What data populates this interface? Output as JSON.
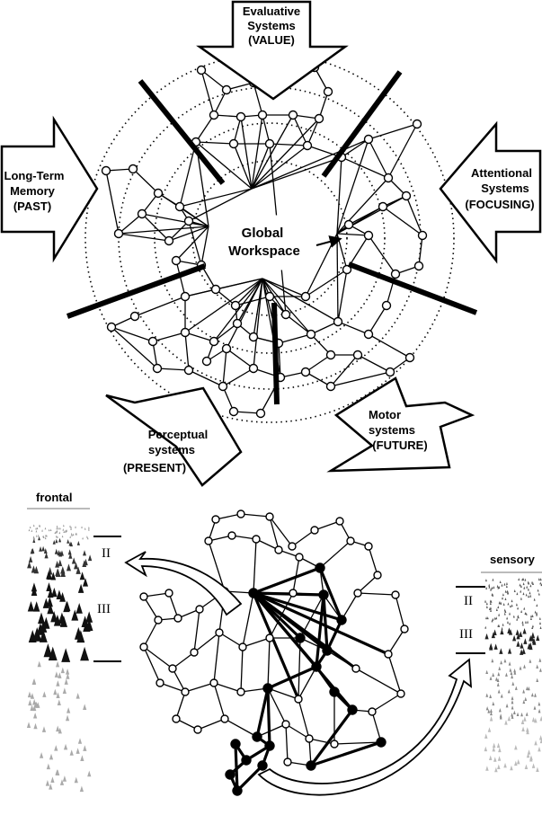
{
  "top": {
    "center_lines": [
      "Global",
      "Workspace"
    ],
    "evaluative": [
      "Evaluative",
      "Systems",
      "(VALUE)"
    ],
    "attentional": [
      "Attentional",
      "Systems",
      "(FOCUSING)"
    ],
    "memory": [
      "Long-Term",
      "Memory",
      "(PAST)"
    ],
    "perceptual": [
      "Perceptual",
      "systems",
      "(PRESENT)"
    ],
    "motor": [
      "Motor",
      "systems",
      "(FUTURE)"
    ]
  },
  "bottom": {
    "frontal_label": "frontal",
    "sensory_label": "sensory",
    "frontal_layers": [
      "II",
      "III"
    ],
    "sensory_layers": [
      "II",
      "III"
    ]
  },
  "colors": {
    "ink": "#000000",
    "paper": "#ffffff",
    "gray": "#888888"
  },
  "icons": [
    "curved-arrow-icon",
    "neuron-node-icon"
  ]
}
